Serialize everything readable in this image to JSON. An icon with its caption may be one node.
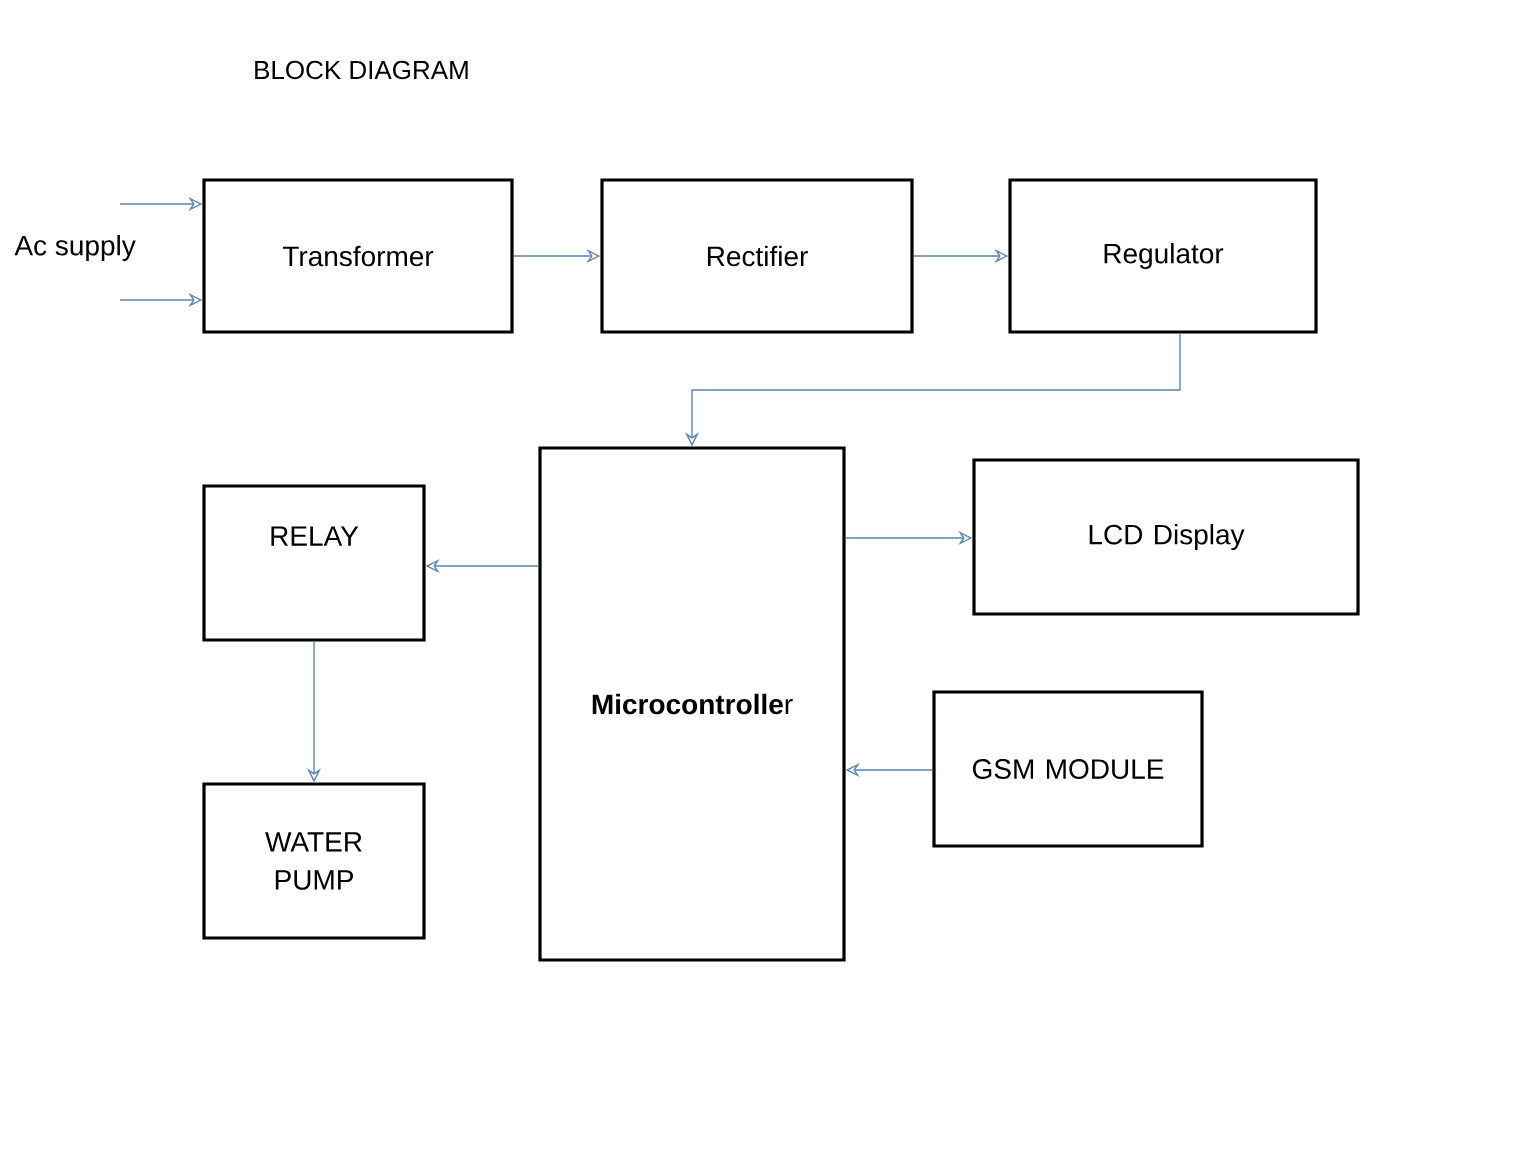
{
  "diagram": {
    "title": "BLOCK DIAGRAM",
    "nodes": [
      {
        "text": [
          "Transformer"
        ]
      },
      {
        "text": [
          "Rectifier"
        ]
      },
      {
        "text": [
          "Regulator"
        ]
      },
      {
        "text": [
          "**Microcontrolle**r"
        ]
      },
      {
        "text": [
          "RELAY"
        ]
      },
      {
        "text": [
          "LCD Display"
        ]
      },
      {
        "text": [
          "GSM MODULE"
        ]
      },
      {
        "text": [
          "WATER PUMP"
        ]
      }
    ],
    "edges": [
      {
        "from": null,
        "to": 0,
        "arrow": "to"
      },
      {
        "from": null,
        "to": 0,
        "arrow": "to"
      },
      {
        "from": 0,
        "to": 1,
        "arrow": "to"
      },
      {
        "from": 1,
        "to": 2,
        "arrow": "to"
      },
      {
        "from": 2,
        "to": 3,
        "arrow": "to"
      },
      {
        "from": 3,
        "to": 4,
        "arrow": "to"
      },
      {
        "from": 3,
        "to": 5,
        "arrow": "to"
      },
      {
        "from": 6,
        "to": 3,
        "arrow": "to"
      },
      {
        "from": 4,
        "to": 7,
        "arrow": "to"
      }
    ],
    "labels": [
      "Ac supply"
    ]
  }
}
